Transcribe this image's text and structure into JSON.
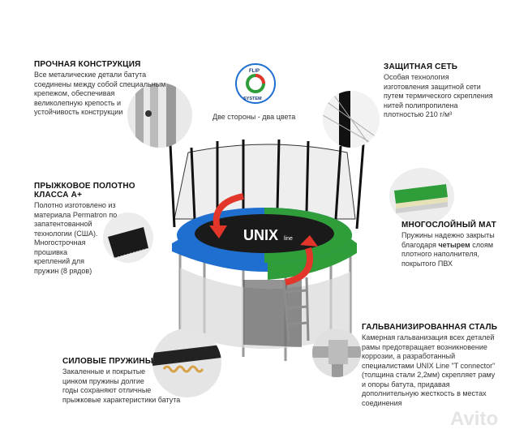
{
  "construction": {
    "title": "ПРОЧНАЯ КОНСТРУКЦИЯ",
    "lines": [
      "Все металические детали батута",
      "соединены между собой специальным",
      "крепежом, обеспечивая",
      "великолепную крепость и",
      "устойчивость конструкции"
    ]
  },
  "flip": {
    "top_text": "FLIP",
    "bottom_text": "SYSTEM",
    "caption": "Две стороны - два цвета"
  },
  "net": {
    "title": "ЗАЩИТНАЯ СЕТЬ",
    "lines": [
      "Особая технология",
      "изготовления защитной сети",
      "путем термического скрепления",
      "нитей полипропилена",
      "плотностью 210 г/м³"
    ]
  },
  "jump_mat": {
    "title_line1": "ПРЫЖКОВОЕ ПОЛОТНО",
    "title_line2": "КЛАССА А+",
    "lines": [
      "Полотно изготовлено из",
      "материала Permatron по",
      "запатентованной",
      "технологии (США).",
      "Многострочная",
      "прошивка",
      "креплений для",
      "пружин (8 рядов)"
    ]
  },
  "layered_mat": {
    "title": "МНОГОСЛОЙНЫЙ МАТ",
    "line1_before": "Пружины надежно закрыты",
    "line2_before": "благодаря ",
    "line2_bold": "четырем",
    "line2_after": " слоям",
    "line3": "плотного наполнителя,",
    "line4": "покрытого ПВХ"
  },
  "springs": {
    "title": "СИЛОВЫЕ ПРУЖИНЫ",
    "lines": [
      "Закаленные и покрытые",
      "цинком пружины долгие",
      "годы сохраняют отличные",
      "прыжковые характеристики батута"
    ]
  },
  "steel": {
    "title": "ГАЛЬВАНИЗИРОВАННАЯ СТАЛЬ",
    "lines": [
      "Камерная гальванизация всех деталей",
      "рамы предотвращает возникновение",
      "коррозии, а разработанный",
      "специалистами  UNIX Line \"T connector\"",
      "(толщина стали 2,2мм) скрепляет раму",
      "и опоры батута, придавая",
      "дополнительную жесткость в местах",
      "соединения"
    ]
  },
  "brand": {
    "logo": "UNIX",
    "logo_suffix": "line"
  },
  "watermark": "Avito",
  "colors": {
    "blue": "#1e6fd0",
    "green": "#2f9e3a",
    "red": "#e2362a",
    "mat": "#1a1a1a"
  }
}
